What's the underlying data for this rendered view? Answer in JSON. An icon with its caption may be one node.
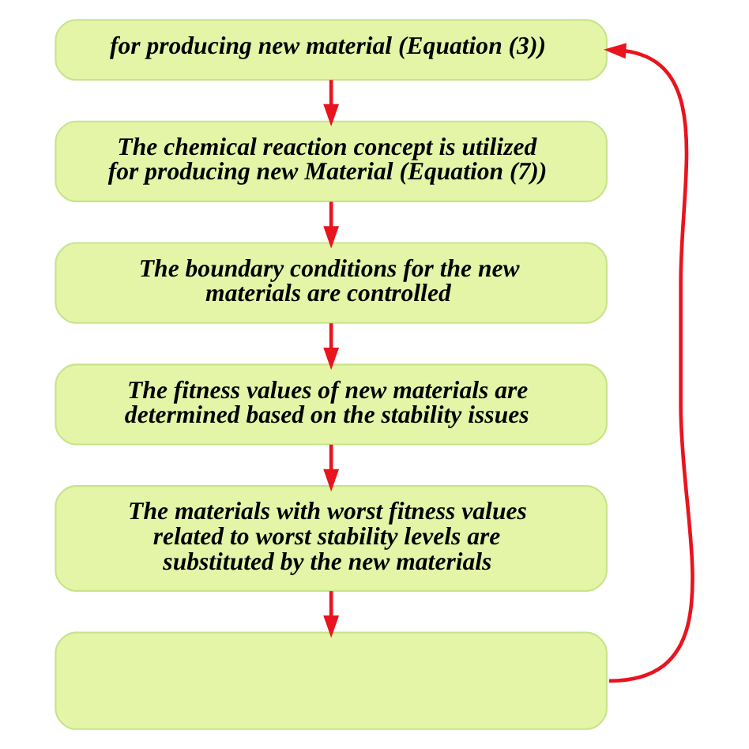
{
  "diagram": {
    "nodes": [
      {
        "text": [
          "for producing new material (Equation (3))"
        ]
      },
      {
        "text": [
          "The chemical reaction concept is utilized for producing new Material (Equation (7))"
        ]
      },
      {
        "text": [
          "The boundary conditions for the new materials are controlled"
        ]
      },
      {
        "text": [
          "The fitness values of new materials are determined based on the stability issues"
        ]
      },
      {
        "text": [
          "The materials with worst fitness values related to worst stability levels are substituted by the new materials"
        ]
      },
      {
        "text": [],
        "shape": "box"
      }
    ],
    "edges": [
      {
        "from": 0,
        "to": 1,
        "arrow": "to"
      },
      {
        "from": 1,
        "to": 2,
        "arrow": "to"
      },
      {
        "from": 2,
        "to": 3,
        "arrow": "to"
      },
      {
        "from": 3,
        "to": 4,
        "arrow": "to"
      },
      {
        "from": 4,
        "to": 5,
        "arrow": "to"
      },
      {
        "from": 5,
        "to": 0,
        "arrow": "to"
      }
    ]
  }
}
